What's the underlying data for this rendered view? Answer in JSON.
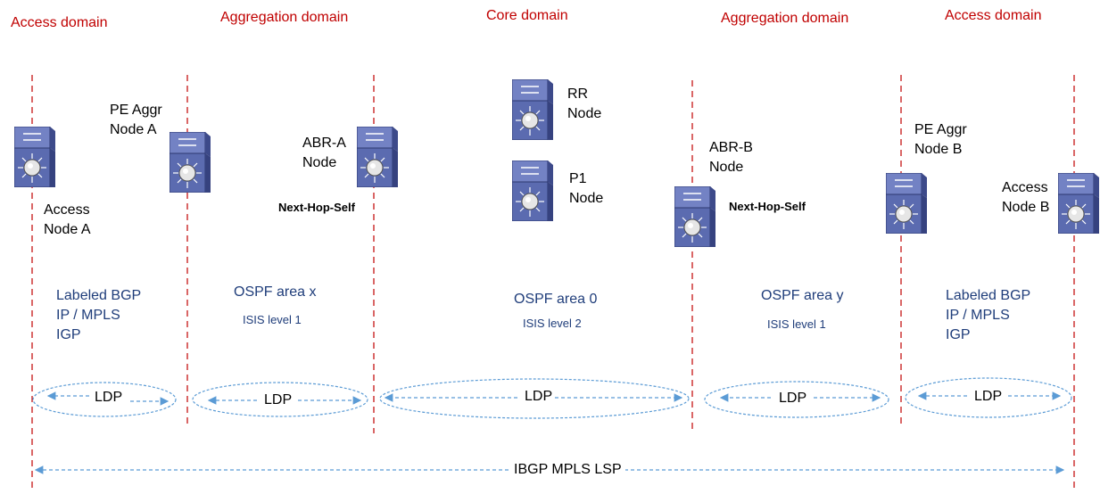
{
  "domains": [
    "Access domain",
    "Aggregation domain",
    "Core domain",
    "Aggregation domain",
    "Access domain"
  ],
  "nodes": {
    "access_a": "Access\nNode A",
    "pe_aggr_a": "PE Aggr\nNode A",
    "abr_a": "ABR-A\nNode",
    "rr": "RR\nNode",
    "p1": "P1\nNode",
    "abr_b": "ABR-B\nNode",
    "pe_aggr_b": "PE Aggr\nNode B",
    "access_b": "Access\nNode B"
  },
  "next_hop_self": [
    "Next-Hop-Self",
    "Next-Hop-Self"
  ],
  "protocols": {
    "access_left": "Labeled BGP\nIP / MPLS\nIGP",
    "agg_left_main": "OSPF area x",
    "agg_left_sub": "ISIS level 1",
    "core_main": "OSPF area 0",
    "core_sub": "ISIS level 2",
    "agg_right_main": "OSPF area y",
    "agg_right_sub": "ISIS level 1",
    "access_right": "Labeled BGP\nIP / MPLS\nIGP"
  },
  "ldp_labels": [
    "LDP",
    "LDP",
    "LDP",
    "LDP",
    "LDP"
  ],
  "lsp_label": "IBGP MPLS LSP",
  "colors": {
    "domain_text": "#c00000",
    "boundary_line": "#c00000",
    "protocol_text": "#1f3d7a",
    "arrow": "#5b9bd5",
    "router_body": "#5b6bb0"
  },
  "icons": [
    "router-icon"
  ]
}
